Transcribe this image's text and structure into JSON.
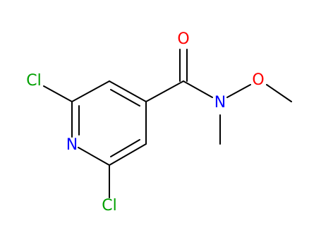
{
  "molecule": {
    "atoms": {
      "cl_top": {
        "symbol": "Cl",
        "color": "#00a000"
      },
      "cl_bottom": {
        "symbol": "Cl",
        "color": "#00a000"
      },
      "ring_n": {
        "symbol": "N",
        "color": "#0000ff"
      },
      "carbonyl_o": {
        "symbol": "O",
        "color": "#ff0000"
      },
      "amide_n": {
        "symbol": "N",
        "color": "#0000ff"
      },
      "methoxy_o": {
        "symbol": "O",
        "color": "#ff0000"
      }
    },
    "colors": {
      "bond": "#000000",
      "chlorine": "#00a000",
      "nitrogen": "#0000ff",
      "oxygen": "#ff0000"
    }
  }
}
